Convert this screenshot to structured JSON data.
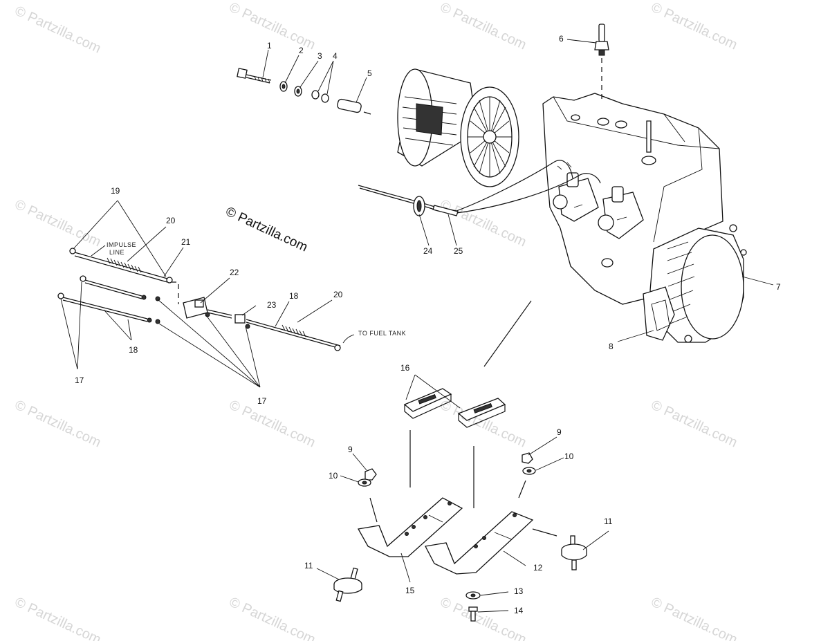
{
  "watermark": "© Partzilla.com",
  "brand": "© Partzilla.com",
  "notes": {
    "impulse_line": "IMPULSE LINE",
    "impulse_line_1": "IMPULSE",
    "impulse_line_2": "LINE",
    "to_fuel_tank": "TO FUEL TANK"
  },
  "callouts": [
    "1",
    "2",
    "3",
    "4",
    "5",
    "6",
    "7",
    "8",
    "9",
    "10",
    "11",
    "12",
    "13",
    "14",
    "15",
    "16",
    "17",
    "18",
    "19",
    "20",
    "21",
    "22",
    "23",
    "24",
    "25"
  ]
}
